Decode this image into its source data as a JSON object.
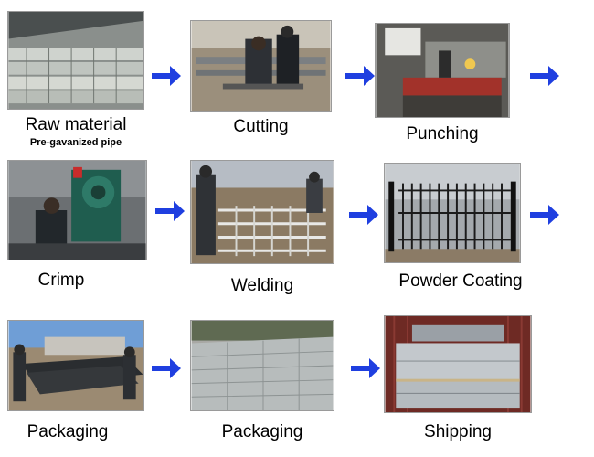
{
  "steps": [
    {
      "label": "Raw material",
      "sublabel": "Pre-gavanized pipe",
      "icon": "pipe-stack-photo"
    },
    {
      "label": "Cutting",
      "icon": "pipe-cutting-photo"
    },
    {
      "label": "Punching",
      "icon": "punching-machine-photo"
    },
    {
      "label": "Crimp",
      "icon": "crimp-press-photo"
    },
    {
      "label": "Welding",
      "icon": "welding-photo"
    },
    {
      "label": "Powder Coating",
      "icon": "coated-fence-photo"
    },
    {
      "label": "Packaging",
      "icon": "fence-panels-yard-photo"
    },
    {
      "label": "Packaging",
      "icon": "wrapped-stack-photo"
    },
    {
      "label": "Shipping",
      "icon": "container-loading-photo"
    }
  ],
  "colors": {
    "arrow": "#1f3fe0",
    "text": "#000000"
  }
}
